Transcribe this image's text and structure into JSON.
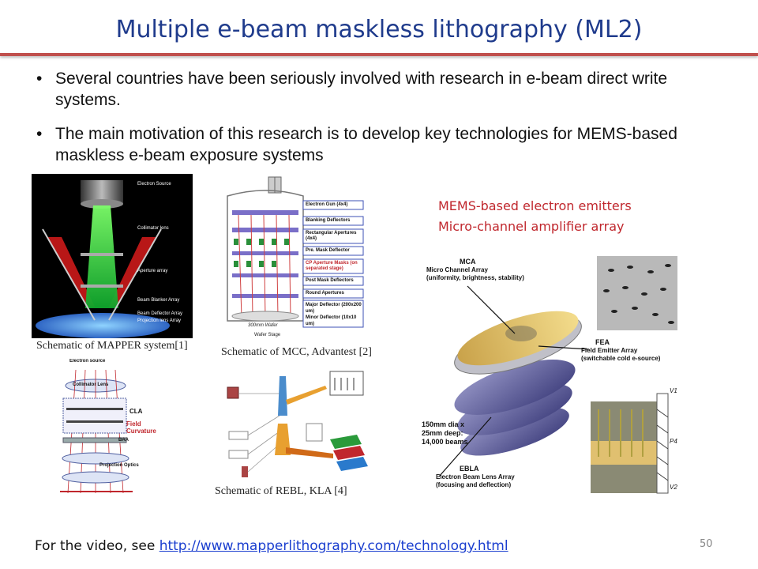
{
  "slide": {
    "title": "Multiple e-beam maskless lithography (ML2)",
    "bullets": [
      "Several countries have been seriously involved with research in e-beam direct write systems.",
      "The main motivation of this research is to develop key technologies for MEMS-based maskless e-beam exposure systems"
    ],
    "notes": [
      "MEMS-based electron emitters",
      "Micro-channel amplifier array"
    ],
    "page_number": "50"
  },
  "figures": {
    "mapper": {
      "caption": "Schematic of MAPPER system[1]",
      "labels": [
        "Electron Source",
        "Collimator lens",
        "Aperture array",
        "Beam Blanker Array",
        "Beam Deflector Array",
        "Projection lens Array"
      ]
    },
    "mcc": {
      "caption": "Schematic of MCC, Advantest [2]",
      "labels": [
        "Electron Gun (4x4)",
        "Blanking Deflectors",
        "Rectangular Apertures (4x4)",
        "Pre. Mask Deflector",
        "CP Aperture Masks (on separated stage)",
        "Post Mask Deflectors",
        "Round Apertures",
        "Major Deflector (200x200 um)",
        "Minor Deflector (10x10 um)"
      ],
      "wafer": "300mm Wafer",
      "stage": "Wafer Stage"
    },
    "cla": {
      "labels": [
        "Electron source",
        "Collimator Lens",
        "CLA",
        "Field Curvature",
        "BAA",
        "Projection Optics"
      ]
    },
    "rebl": {
      "caption": "Schematic of REBL, KLA [4]"
    },
    "mca": {
      "mca_title": "MCA",
      "mca_lines": [
        "Micro Channel Array",
        "(uniformity, brightness, stability)"
      ],
      "fea_title": "FEA",
      "fea_lines": [
        "Field Emitter Array",
        "(switchable cold e-source)"
      ],
      "dims": [
        "150mm dia x",
        "25mm deep:",
        "14,000 beams"
      ],
      "ebla_title": "EBLA",
      "ebla_lines": [
        "Electron Beam Lens Array",
        "(focusing and deflection)"
      ],
      "v_labels": [
        "V1",
        "P4",
        "V2"
      ]
    }
  },
  "footer": {
    "prefix": "For the video, see ",
    "link": "http://www.mapperlithography.com/technology.html"
  },
  "colors": {
    "title": "#1f3b8c",
    "rule": "#c0504d",
    "notes": "#c0272d",
    "link": "#1a3ecf"
  }
}
